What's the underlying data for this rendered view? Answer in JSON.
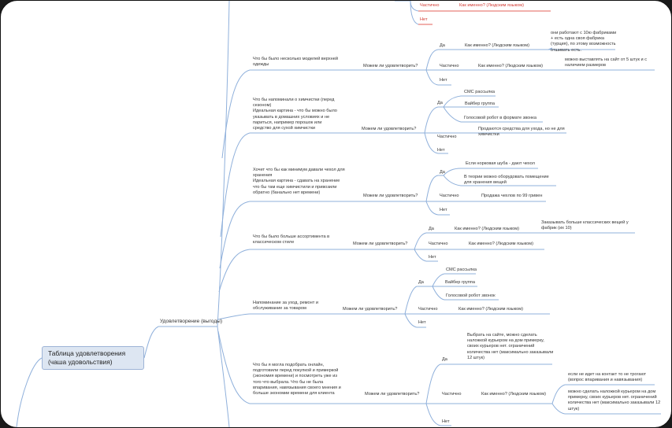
{
  "root": "Таблица удовлетворения (чаша удовольствия)",
  "branch": "Удовлетворение (выгоды)",
  "labels": {
    "can": "Можем ли удовлетворить?",
    "yes": "Да",
    "partial": "Частично",
    "no": "Нет",
    "how": "Как именно? (Людским языком)"
  },
  "top": {
    "partial": "Частично",
    "how": "Как именно? (Людским языком)",
    "no": "Нет"
  },
  "groups": [
    {
      "need": "Что бы было несколько моделей верхней одежды",
      "yes_items": [
        "Как именно? (Людским языком)"
      ],
      "yes_detail": "они работают с 10ю фабриками + есть одна своя фабрика (турция), по этому возможность отшивать есть.",
      "partial_how": "Как именно? (Людским языком)",
      "partial_detail": "можно выставлять на сайт от 5 штук и с наличием размеров"
    },
    {
      "need": "Что бы напоминали о химчистки (перед сезоном)\nИдеальная картина - что бы можно было указывать в домашних условиях и не париться, например порошок или средство для сухой химчистки",
      "yes_items": [
        "СМС рассылка",
        "Вайбер группа",
        "Голосовой робот в формате звонка"
      ],
      "partial_detail": "Продаются средства для ухода, но не для химчистки"
    },
    {
      "need": "Хочет что бы как минимум давали чехол для хранения\nИдеальная картина - сдавать на хранение что бы там еще химчистили и привозили обратно (банально нет времени)",
      "yes_items": [
        "Если норковая шуба - дают чехол",
        "В теории можно оборудовать помещение для хранения вещей"
      ],
      "partial_detail": "Продажа чехлов по 99 гривен"
    },
    {
      "need": "Что бы было больше ассортимента в классическом стиле",
      "yes_items": [
        "Как именно? (Людским языком)"
      ],
      "yes_detail": "Заказывать больше классических вещей у фабрик (их 10)",
      "partial_how": "Как именно? (Людским языком)"
    },
    {
      "need": "Напоминание за уход, ремонт и обслуживание за товаром",
      "yes_items": [
        "СМС рассылка",
        "Вайбер группа",
        "Голосовой робот звонок"
      ],
      "partial_how": "Как именно? (Людским языком)"
    },
    {
      "need": "Что бы я могла подобрать онлайн, подготовили перед покупкой и примеркой (экономия времени) и посмотреть уже из того что выбрала. Что бы не была впаривания, навязывания своего мнения и больше экономии времени для клиента",
      "yes_items": [
        "Выбрать на сайте, можно сделать наложкой курьером на дом примерку, своих курьеров нет. ограничений количества нет (максимально заказывали 12 штук)"
      ],
      "partial_how": "Как именно? (Людским языком)",
      "partial_details": [
        "если не идет на контакт то не трогают (вопрос впаривания и навязывания)",
        "можно сделать наложкой курьером на дом примерку, своих курьеров нет. ограничений количества нет (максимально заказывали 12 штук)"
      ]
    }
  ]
}
